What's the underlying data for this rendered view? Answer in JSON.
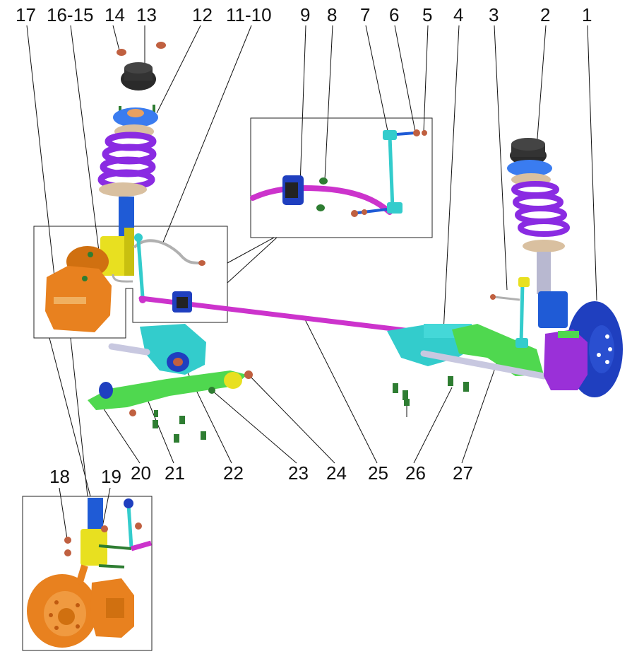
{
  "diagram": {
    "callouts": {
      "c1": "1",
      "c2": "2",
      "c3": "3",
      "c4": "4",
      "c5": "5",
      "c6": "6",
      "c7": "7",
      "c8": "8",
      "c9": "9",
      "c10": "11-10",
      "c12": "12",
      "c13": "13",
      "c14": "14",
      "c15": "16-15",
      "c17": "17",
      "c18": "18",
      "c19": "19",
      "c20": "20",
      "c21": "21",
      "c22": "22",
      "c23": "23",
      "c24": "24",
      "c25": "25",
      "c26": "26",
      "c27": "27"
    },
    "colors": {
      "strut_tube": "#1f5bd6",
      "spring": "#8a2be2",
      "bumper": "#2a2a2a",
      "mount": "#3a7cf0",
      "stabilizer_bar": "#cc33cc",
      "link": "#33cccc",
      "bushing": "#1f3fbf",
      "subframe": "#33cccc",
      "control_arm": "#4fd84f",
      "caliper_orange": "#e8811f",
      "caliper_purple": "#9a30d8",
      "knuckle_yellow": "#e8e020",
      "hose_grey": "#b0b0b0",
      "bolt_green": "#2e7d32",
      "nut_copper": "#c06040"
    }
  }
}
